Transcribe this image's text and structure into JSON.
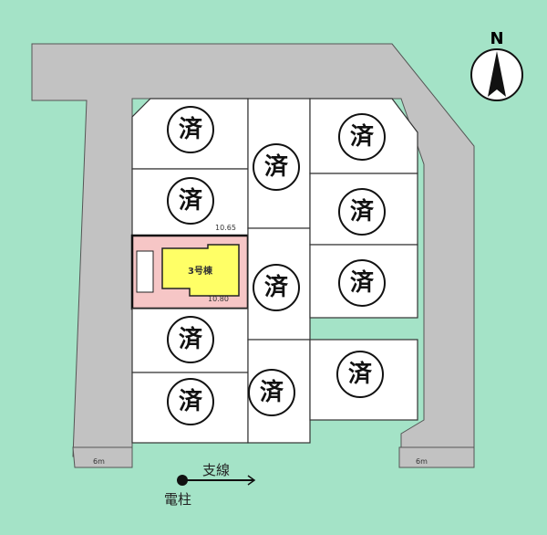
{
  "compass": {
    "label": "N"
  },
  "lots": {
    "sold_mark": "済",
    "featured": {
      "label": "3号棟",
      "color": "#ffff66",
      "lot_color": "#f6c6c6"
    }
  },
  "dimensions": {
    "top_width": "10.65",
    "bottom_width": "10.80",
    "left_road_width": "6m",
    "right_road_width": "6m"
  },
  "utility": {
    "branch_line": "支線",
    "pole": "電柱"
  },
  "colors": {
    "background": "#a4e3c7",
    "road": "#c2c2c2",
    "featured_building": "#ffff66",
    "featured_lot": "#f6c6c6"
  }
}
